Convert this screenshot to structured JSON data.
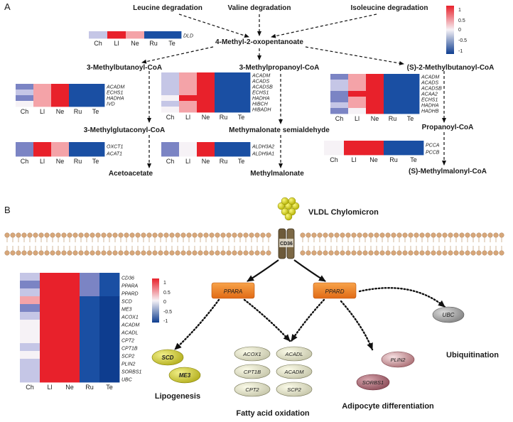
{
  "panels": {
    "a": "A",
    "b": "B"
  },
  "tissues": [
    "Ch",
    "Ll",
    "Ne",
    "Ru",
    "Te"
  ],
  "colors": {
    "red": "#e8212b",
    "pink": "#f4a3a8",
    "white": "#f6f2f6",
    "lavender": "#c5c6e6",
    "slate": "#7b84c4",
    "blue": "#1a4fa3",
    "darkblue": "#0e3d8f"
  },
  "legend_ticks": [
    "1",
    "0.5",
    "0",
    "-0.5",
    "-1"
  ],
  "panel_a": {
    "sources": [
      "Leucine degradation",
      "Valine degradation",
      "Isoleucine degradation"
    ],
    "center": "4-Methyl-2-oxopentanoate",
    "left": {
      "cpd1": "3-Methylbutanoyl-CoA",
      "cpd2": "3-Methylglutaconyl-CoA",
      "cpd3": "Acetoacetate"
    },
    "middle": {
      "cpd1": "3-Methylpropanoyl-CoA",
      "cpd2": "Methymalonate semialdehyde",
      "cpd3": "Methylmalonate"
    },
    "right": {
      "cpd1": "(S)-2-Methylbutanoyl-CoA",
      "cpd2": "Propanoyl-CoA",
      "cpd3": "(S)-Methylmalonyl-CoA"
    },
    "heatmaps": {
      "dld": {
        "genes": [
          "DLD"
        ]
      },
      "l1": {
        "genes": [
          "ACADM",
          "ECHS1",
          "HADHA",
          "IVD"
        ]
      },
      "l2": {
        "genes": [
          "OXCT1",
          "ACAT1"
        ]
      },
      "m1": {
        "genes": [
          "ACADM",
          "ACADS",
          "ACADSB",
          "ECHS1",
          "HADHA",
          "HIBCH",
          "HIBADH"
        ]
      },
      "m2": {
        "genes": [
          "ALDH3A2",
          "ALDH9A1"
        ]
      },
      "r1": {
        "genes": [
          "ACADM",
          "ACADS",
          "ACADSB",
          "ACAA2",
          "ECHS1",
          "HADHA",
          "HADHB"
        ]
      },
      "r2": {
        "genes": [
          "PCCA",
          "PCCB"
        ]
      }
    }
  },
  "panel_b": {
    "vldl": "VLDL Chylomicron",
    "receptor": "CD36",
    "tf1": "PPARA",
    "tf2": "PPARD",
    "heatmap_genes": [
      "CD36",
      "PPARA",
      "PPARD",
      "SCD",
      "ME3",
      "ACOX1",
      "ACADM",
      "ACADL",
      "CPT2",
      "CPT1B",
      "SCP2",
      "PLIN2",
      "SORBS1",
      "UBC"
    ],
    "lipogenesis": {
      "label": "Lipogenesis",
      "genes": [
        "SCD",
        "ME3"
      ]
    },
    "fao": {
      "label": "Fatty acid oxidation",
      "genes": [
        "ACOX1",
        "ACADL",
        "CPT1B",
        "ACADM",
        "CPT2",
        "SCP2"
      ]
    },
    "adipo": {
      "label": "Adipocyte differentiation",
      "genes": [
        "PLIN2",
        "SORBS1"
      ]
    },
    "ubiq": {
      "label": "Ubiquitination",
      "genes": [
        "UBC"
      ]
    }
  }
}
